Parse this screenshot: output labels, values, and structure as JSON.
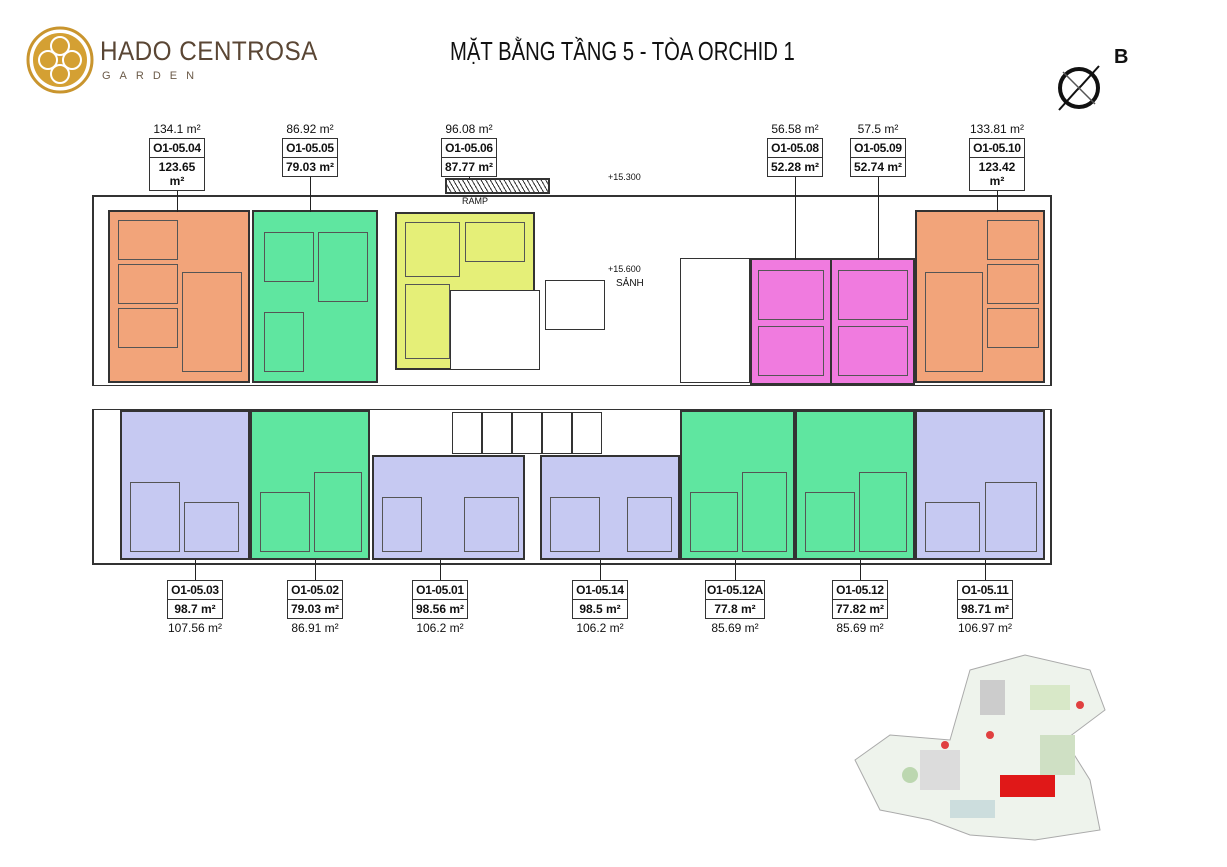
{
  "brand": {
    "name": "HADO CENTROSA",
    "sub": "GARDEN"
  },
  "title": "MẶT BẰNG TẦNG 5  - TÒA ORCHID 1",
  "compass": {
    "label": "B"
  },
  "annotations": {
    "level1": "+15.300",
    "level2": "+15.600",
    "lobby": "SẢNH",
    "ramp": "RAMP"
  },
  "colors": {
    "orange": "#f2a47a",
    "green": "#5fe6a0",
    "yellow": "#e5ef78",
    "pink": "#f07bdf",
    "lavender": "#c6c9f2"
  },
  "top_units": [
    {
      "code": "O1-05.04",
      "net": "123.65 m²",
      "gross": "134.1 m²"
    },
    {
      "code": "O1-05.05",
      "net": "79.03 m²",
      "gross": "86.92 m²"
    },
    {
      "code": "O1-05.06",
      "net": "87.77 m²",
      "gross": "96.08 m²"
    },
    {
      "code": "O1-05.08",
      "net": "52.28 m²",
      "gross": "56.58 m²"
    },
    {
      "code": "O1-05.09",
      "net": "52.74 m²",
      "gross": "57.5 m²"
    },
    {
      "code": "O1-05.10",
      "net": "123.42 m²",
      "gross": "133.81 m²"
    }
  ],
  "bottom_units": [
    {
      "code": "O1-05.03",
      "net": "98.7 m²",
      "gross": "107.56 m²"
    },
    {
      "code": "O1-05.02",
      "net": "79.03 m²",
      "gross": "86.91 m²"
    },
    {
      "code": "O1-05.01",
      "net": "98.56 m²",
      "gross": "106.2 m²"
    },
    {
      "code": "O1-05.14",
      "net": "98.5 m²",
      "gross": "106.2 m²"
    },
    {
      "code": "O1-05.12A",
      "net": "77.8 m²",
      "gross": "85.69 m²"
    },
    {
      "code": "O1-05.12",
      "net": "77.82 m²",
      "gross": "85.69 m²"
    },
    {
      "code": "O1-05.11",
      "net": "98.71 m²",
      "gross": "106.97 m²"
    }
  ]
}
